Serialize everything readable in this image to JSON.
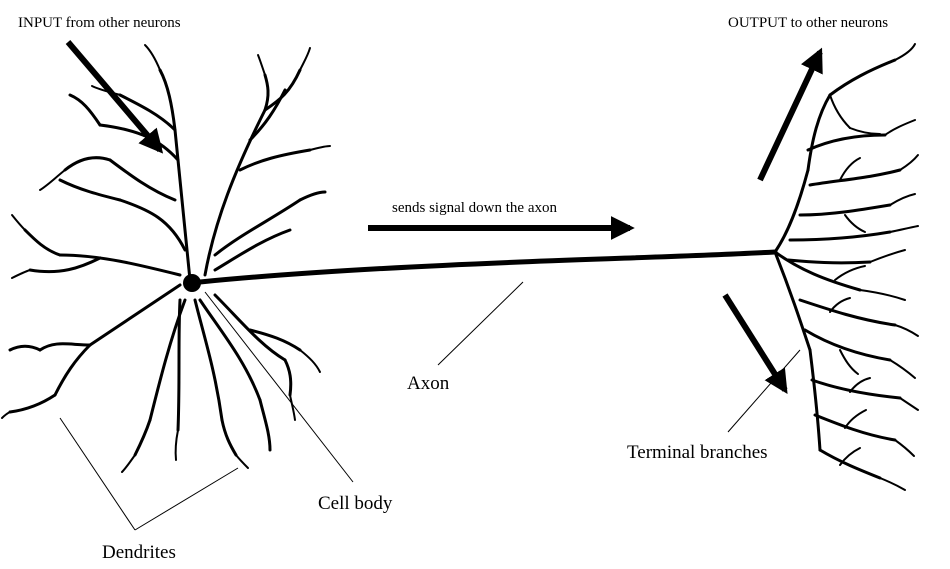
{
  "labels": {
    "input": "INPUT from other neurons",
    "output": "OUTPUT to other neurons",
    "signal": "sends signal down the axon",
    "axon": "Axon",
    "cell_body": "Cell body",
    "dendrites": "Dendrites",
    "terminal": "Terminal branches"
  },
  "colors": {
    "ink": "#000000",
    "background": "#ffffff"
  }
}
